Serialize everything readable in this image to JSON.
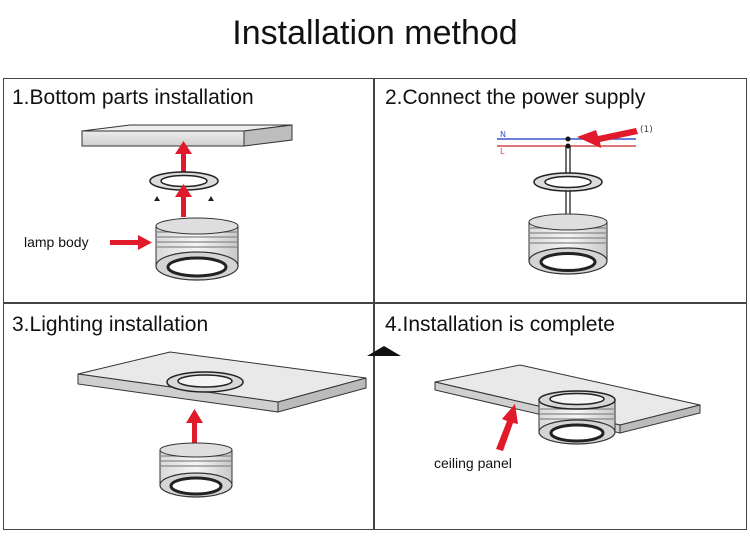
{
  "title": "Installation method",
  "panels": [
    {
      "title": "1.Bottom parts installation",
      "label": "lamp body"
    },
    {
      "title": "2.Connect the power supply",
      "wire_labels": [
        "N",
        "L"
      ],
      "note": "(1)"
    },
    {
      "title": "3.Lighting installation"
    },
    {
      "title": "4.Installation is complete",
      "label": "ceiling panel"
    }
  ],
  "colors": {
    "arrow": "#e0192b",
    "wire_n": "#3b55c8",
    "wire_l": "#d24a4a"
  }
}
